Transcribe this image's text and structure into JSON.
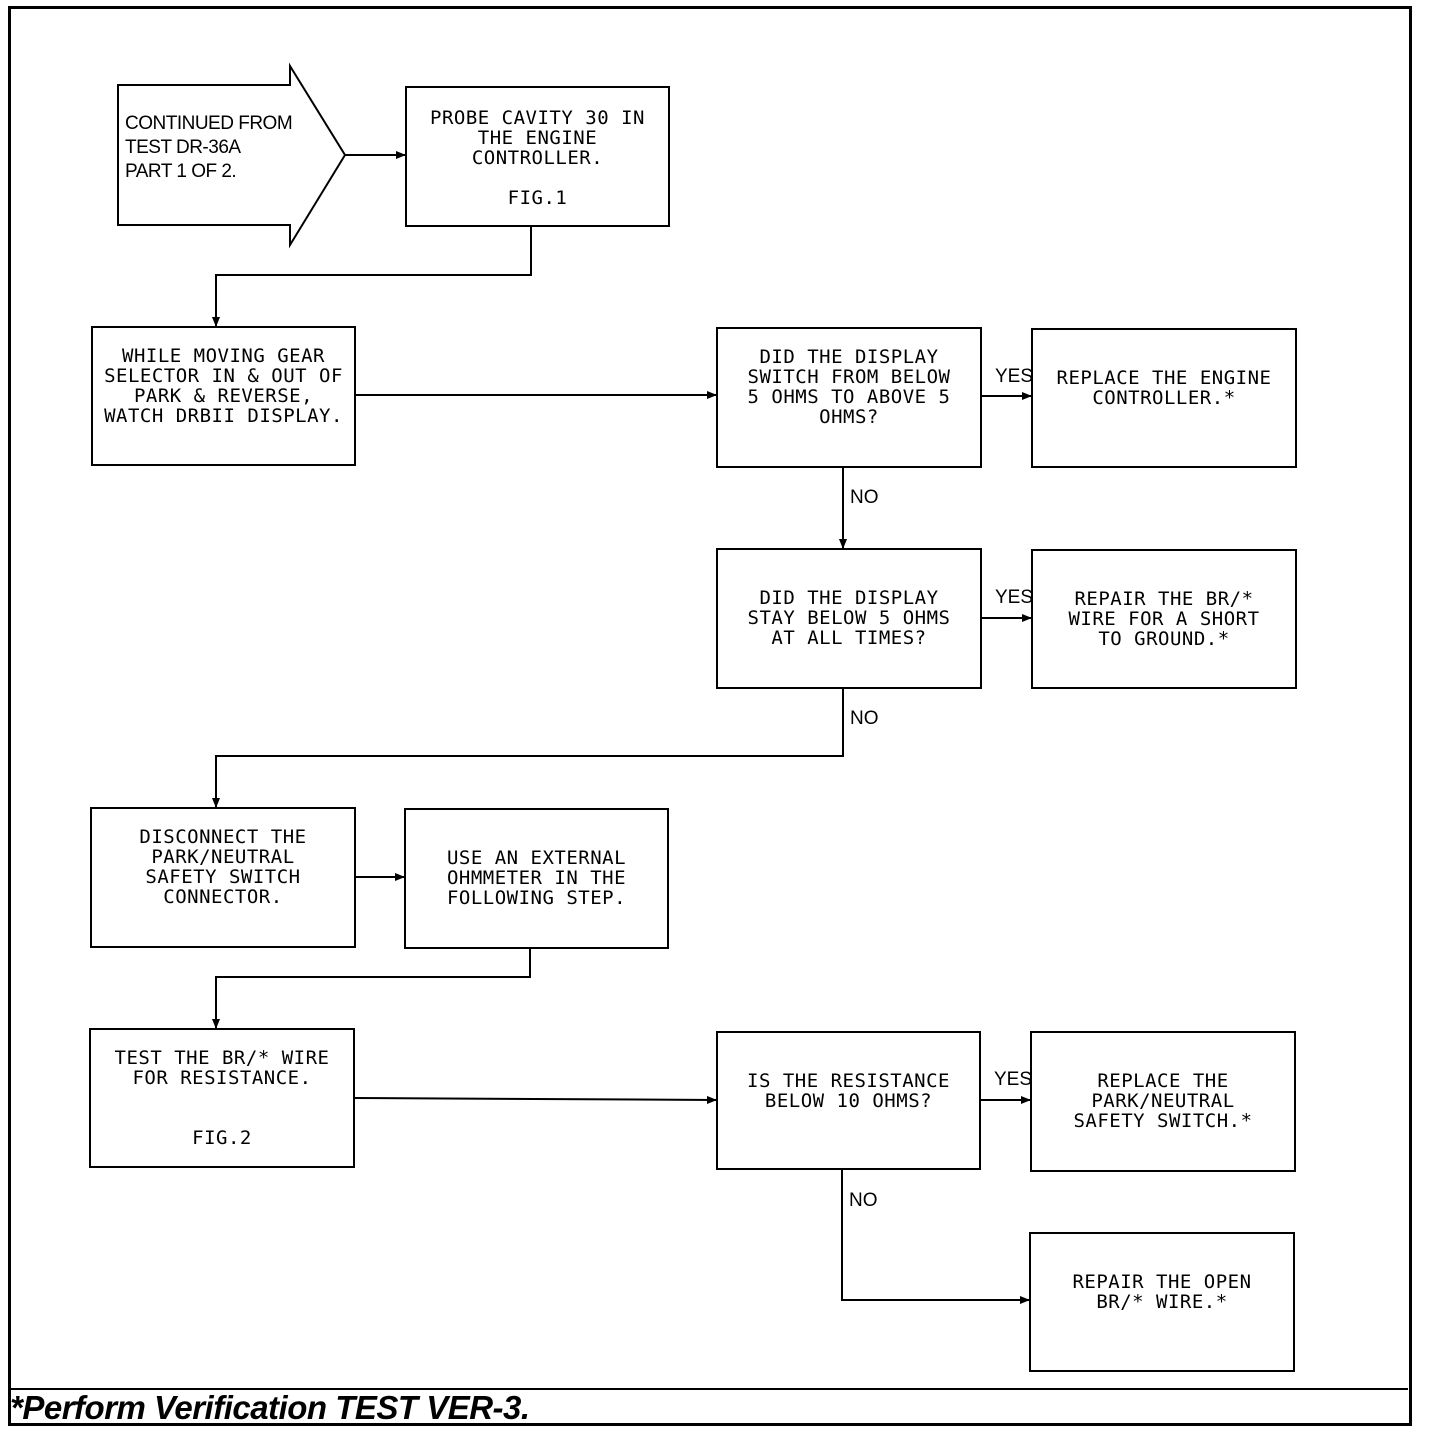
{
  "start": {
    "lines": [
      "CONTINUED FROM",
      "TEST DR-36A",
      "PART 1 OF 2."
    ]
  },
  "boxes": {
    "probe": {
      "lines": [
        "PROBE CAVITY 30 IN",
        "THE ENGINE",
        "CONTROLLER."
      ],
      "fig": "FIG.1"
    },
    "gear": {
      "lines": [
        "WHILE MOVING GEAR",
        "SELECTOR IN & OUT OF",
        "PARK & REVERSE,",
        "WATCH DRBII DISPLAY."
      ]
    },
    "q1": {
      "lines": [
        "DID THE DISPLAY",
        "SWITCH FROM BELOW",
        "5 OHMS TO ABOVE 5",
        "OHMS?"
      ]
    },
    "replace_ctrl": {
      "lines": [
        "REPLACE THE ENGINE",
        "CONTROLLER.*"
      ]
    },
    "q2": {
      "lines": [
        "DID THE DISPLAY",
        "STAY BELOW 5 OHMS",
        "AT ALL TIMES?"
      ]
    },
    "repair_short": {
      "lines": [
        "REPAIR THE BR/*",
        "WIRE FOR A SHORT",
        "TO GROUND.*"
      ]
    },
    "disconnect": {
      "lines": [
        "DISCONNECT THE",
        "PARK/NEUTRAL",
        "SAFETY SWITCH",
        "CONNECTOR."
      ]
    },
    "ohmmeter": {
      "lines": [
        "USE AN EXTERNAL",
        "OHMMETER IN THE",
        "FOLLOWING STEP."
      ]
    },
    "test_wire": {
      "lines": [
        "TEST THE BR/* WIRE",
        "FOR RESISTANCE."
      ],
      "fig": "FIG.2"
    },
    "q3": {
      "lines": [
        "IS THE RESISTANCE",
        "BELOW 10 OHMS?"
      ]
    },
    "replace_switch": {
      "lines": [
        "REPLACE THE",
        "PARK/NEUTRAL",
        "SAFETY SWITCH.*"
      ]
    },
    "repair_open": {
      "lines": [
        "REPAIR THE OPEN",
        "BR/* WIRE.*"
      ]
    }
  },
  "labels": {
    "yes1": "YES",
    "no1": "NO",
    "yes2": "YES",
    "no2": "NO",
    "yes3": "YES",
    "no3": "NO"
  },
  "footer": {
    "note": "*Perform Verification TEST VER-3."
  }
}
